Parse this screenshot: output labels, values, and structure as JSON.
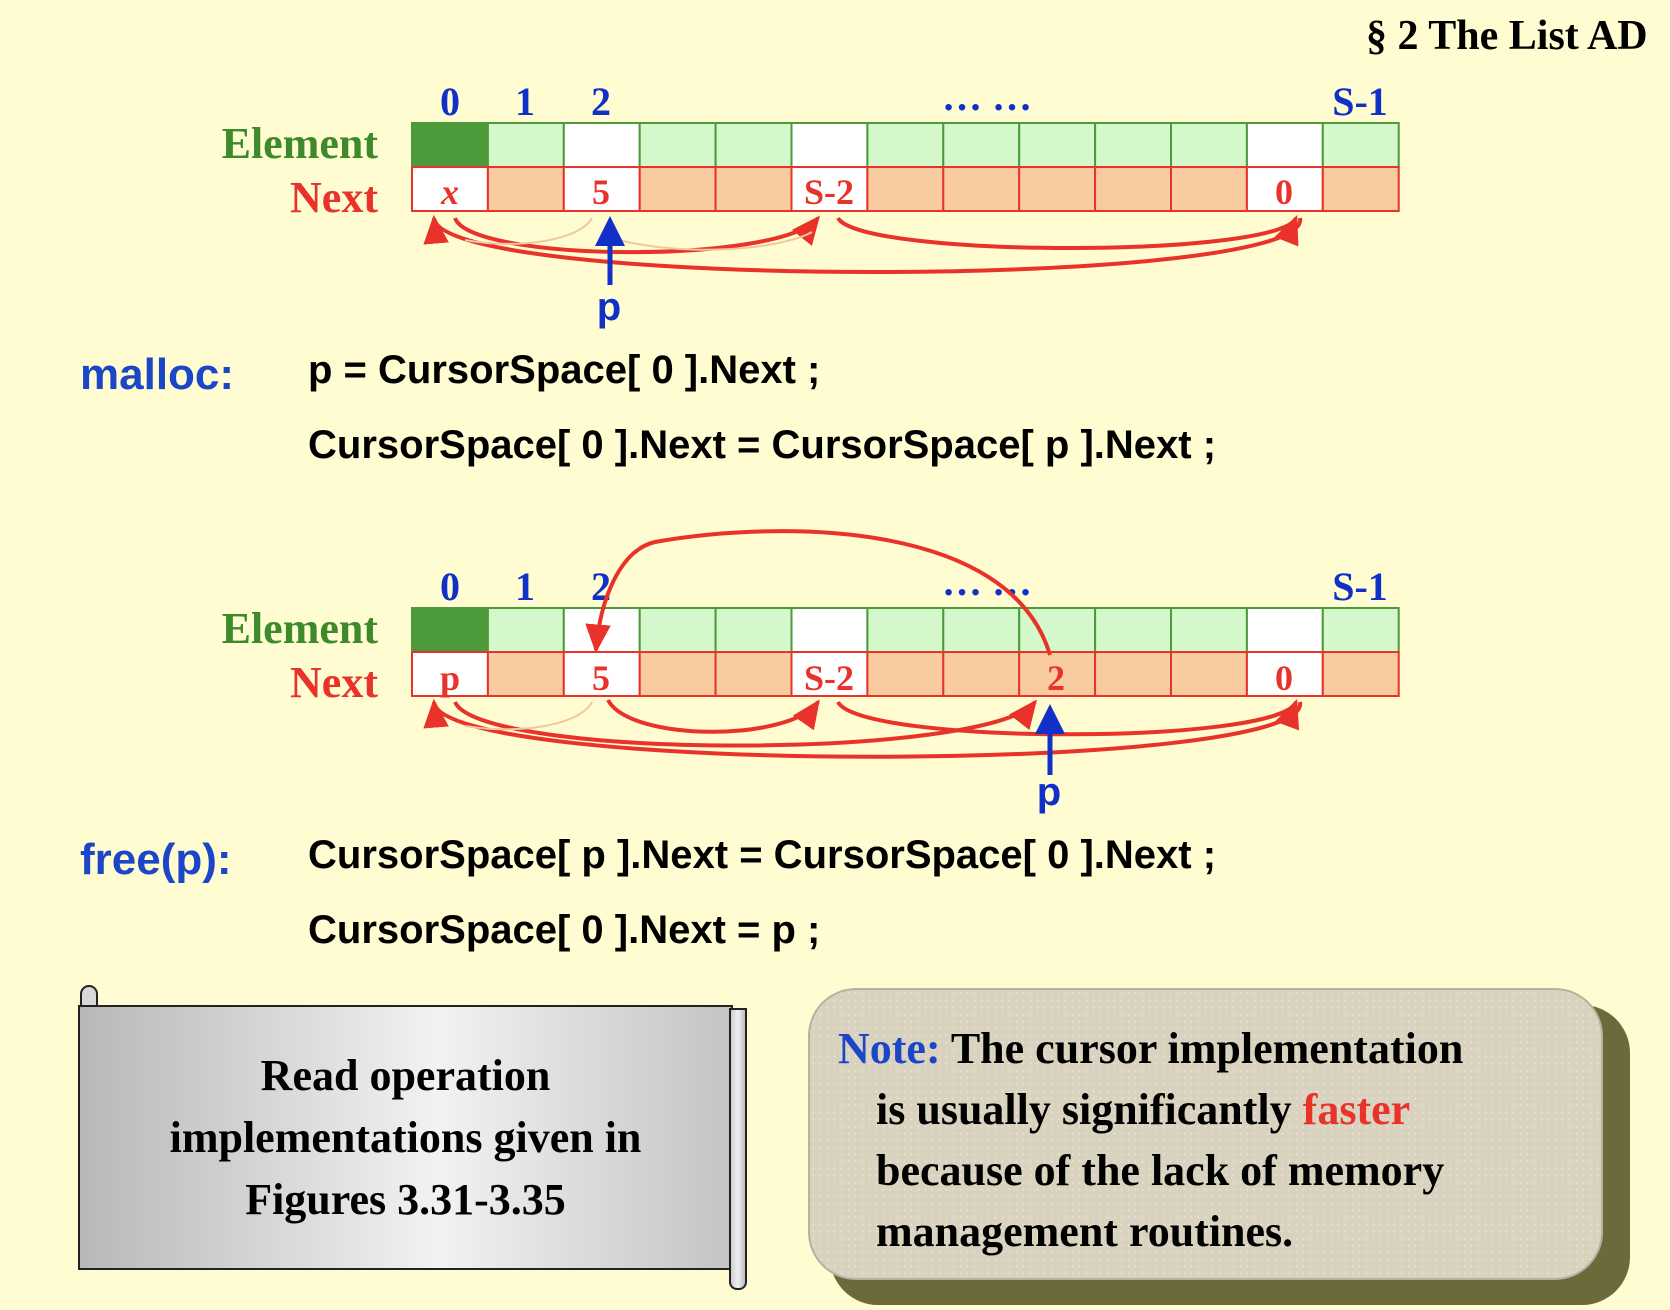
{
  "header": {
    "title": "§ 2  The List AD"
  },
  "diagram_top": {
    "row_labels": {
      "element": "Element",
      "next": "Next"
    },
    "indices": {
      "i0": "0",
      "i1": "1",
      "i2": "2",
      "dots": "… …",
      "last": "S-1"
    },
    "next_values": {
      "c0": "x",
      "c2": "5",
      "c5": "S-2",
      "c11": "0"
    },
    "pointer": "p"
  },
  "malloc": {
    "label": "malloc:",
    "line1": "p = CursorSpace[ 0 ].Next ;",
    "line2": "CursorSpace[ 0 ].Next = CursorSpace[ p ].Next ;"
  },
  "diagram_bottom": {
    "row_labels": {
      "element": "Element",
      "next": "Next"
    },
    "indices": {
      "i0": "0",
      "i1": "1",
      "i2": "2",
      "dots": "… …",
      "last": "S-1"
    },
    "next_values": {
      "c0": "p",
      "c2": "5",
      "c5": "S-2",
      "c8": "2",
      "c11": "0"
    },
    "pointer": "p"
  },
  "free": {
    "label": "free(p):",
    "line1": "CursorSpace[ p ].Next = CursorSpace[ 0 ].Next ;",
    "line2": "CursorSpace[ 0 ].Next = p ;"
  },
  "scroll": {
    "line1": "Read operation",
    "line2": "implementations given in",
    "line3": "Figures 3.31-3.35"
  },
  "note": {
    "head": "Note:",
    "text1": " The cursor implementation",
    "text2": "is usually significantly ",
    "highlight": "faster",
    "text3": "because of the lack of memory",
    "text4": "management routines."
  },
  "colors": {
    "background": "#fefcd0",
    "element_dark": "#4c9a3a",
    "element_light": "#d4f8cc",
    "next_fill": "#f8cca0",
    "arrow_red": "#e8322a",
    "index_blue": "#1030c8"
  }
}
